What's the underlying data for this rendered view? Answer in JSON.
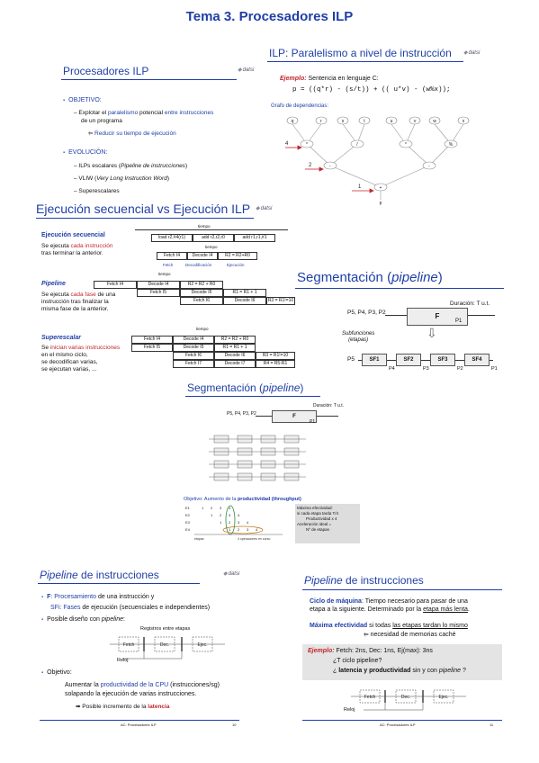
{
  "page_title": "Tema 3. Procesadores ILP",
  "logo_text": "datsi",
  "s1": {
    "title": "Procesadores ILP",
    "objetivo": "OBJETIVO:",
    "obj_line1_a": "Explotar el ",
    "obj_line1_b": "paralelismo",
    "obj_line1_c": " potencial ",
    "obj_line1_d": "entre instrucciones",
    "obj_line2": "de un programa",
    "obj_arrow": "Reducir su tiempo de ejecución",
    "evolucion": "EVOLUCIÓN:",
    "ev1_a": "ILPs escalares (",
    "ev1_b": "Pipeline de instrucciones",
    "ev1_c": ")",
    "ev2_a": "VLIW (",
    "ev2_b": "Very Long Instruction Word",
    "ev2_c": ")",
    "ev3": "Superescalares"
  },
  "s2": {
    "title": "ILP: Paralelismo a nivel de instrucción",
    "ejemplo_label": "Ejemplo:",
    "ejemplo_text": " Sentencia en lenguaje C:",
    "code": "p = ((q*r) - (s/t)) + (( u*v) - (w%x));",
    "grafo": "Grafo de dependencias:",
    "leaves": [
      "q",
      "r",
      "s",
      "t",
      "u",
      "v",
      "w",
      "x"
    ],
    "ops_l1": [
      "*",
      "/",
      "*",
      "%"
    ],
    "ops_l2": [
      "-",
      "-"
    ],
    "op_root": "+",
    "result": "p",
    "levels": [
      "4",
      "2",
      "1"
    ]
  },
  "s3": {
    "title": "Ejecución secuencial vs Ejecución ILP",
    "seq_label": "Ejecución secuencial",
    "seq_desc_a": "Se ejecuta ",
    "seq_desc_b": "cada instrucción",
    "seq_desc_c": "tras terminar la anterior.",
    "tiempo": "tiempo",
    "seq_instrs": [
      "load r2,#4(r1)",
      "add r2,r2,r0",
      "add r1,r1,#1"
    ],
    "seq_stages": [
      "Fetch I4",
      "Decode I4",
      "R2 = R2+R0"
    ],
    "seq_stage_labels": [
      "Fetch",
      "Decodificación",
      "Ejecución"
    ],
    "pipe_label": "Pipeline",
    "pipe_desc_a": "Se ejecuta ",
    "pipe_desc_b": "cada fase",
    "pipe_desc_c": " de una",
    "pipe_desc_d": "instrucción tras finalizar la",
    "pipe_desc_e": "misma fase de la anterior.",
    "pipe_rows": [
      [
        "Fetch I4",
        "Decode I4",
        "R2 = R2 + R0"
      ],
      [
        "Fetch I5",
        "Decode I5",
        "R1 = R1 + 1"
      ],
      [
        "Fetch I6",
        "Decode I6",
        "R3 = R1!=10"
      ]
    ],
    "super_label": "Superescalar",
    "super_desc_a": "Se ",
    "super_desc_b": "inician varias instrucciones",
    "super_desc_c": "en el mismo ciclo,",
    "super_desc_d": "se decodifican varias,",
    "super_desc_e": "se ejecutan varias, ...",
    "super_rows": [
      [
        "Fetch I4",
        "Decode I4",
        "R2 = R2 + R0"
      ],
      [
        "Fetch I5",
        "Decode I5",
        "R1 = R1 + 1"
      ],
      [
        "Fetch I6",
        "Decode I6",
        "R3 = R1!=10"
      ],
      [
        "Fetch I7",
        "Decode I7",
        "R4 = R5-R1"
      ]
    ]
  },
  "s4": {
    "title_a": "Segmentación (",
    "title_b": "pipeline",
    "title_c": ")",
    "duracion": "Duración: T u.t.",
    "inputs": "P5, P4, P3, P2",
    "f": "F",
    "p1": "P1",
    "subfunc": "Subfunciones",
    "etapas": "(etapas)",
    "p5": "P5",
    "sfs": [
      "SF1",
      "SF2",
      "SF3",
      "SF4"
    ],
    "sf_out": [
      "P4",
      "P3",
      "P2",
      "P1"
    ]
  },
  "s5": {
    "title_a": "Segmentación (",
    "title_b": "pipeline",
    "title_c": ")",
    "duracion": "Duración: T u.t.",
    "inputs": "P5, P4, P3, P2",
    "f": "F",
    "p1": "P1",
    "objetivo_a": "Objetivo: Aumento de la ",
    "objetivo_b": "productividad (throughput)",
    "side_1": "Máxima efectividad:",
    "side_2": "si cada etapa tarda T/4",
    "side_3": "Productividad x 4",
    "side_4": "Aceleración ideal =",
    "side_5": "Nº de etapas",
    "x_label": "etapas",
    "x_label2": "4 operaciones en curso"
  },
  "s6": {
    "title_a": "Pipeline",
    "title_b": " de instrucciones",
    "b1_a": "F",
    "b1_b": ": Procesamiento",
    "b1_c": " de una instrucción y",
    "b2_a": "SFi",
    "b2_b": ": Fases",
    "b2_c": " de ejecución (secuenciales e independientes)",
    "b3_a": "Posible diseño con ",
    "b3_b": "pipeline",
    "b3_c": ":",
    "registros": "Registros entre etapas",
    "stages": [
      "Fetch",
      "Dec.",
      "Ejec."
    ],
    "reloj": "Reloj",
    "objetivo": "Objetivo:",
    "obj1_a": "Aumentar la ",
    "obj1_b": "productividad",
    "obj1_c": " de la CPU",
    "obj1_d": " (instrucciones/sg)",
    "obj2": "solapando la ejecución de varias instrucciones.",
    "obj3_a": "Posible incremento de la ",
    "obj3_b": "latencia",
    "footer": "AC: Procesadores ILP",
    "page": "10"
  },
  "s7": {
    "title_a": "Pipeline",
    "title_b": " de instrucciones",
    "ciclo_a": "Ciclo de máquina",
    "ciclo_b": ": Tiempo necesario para pasar de una",
    "ciclo_c": "etapa a la siguiente. Determinado por la ",
    "ciclo_d": "etapa más lenta",
    "ciclo_e": ".",
    "max_a": "Máxima efectividad",
    "max_b": " si todas ",
    "max_c": "las etapas tardan lo mismo",
    "max_d": "necesidad de memorias caché",
    "ej_label": "Ejemplo:",
    "ej_text": " Fetch: 2ns, Dec: 1ns, Ej(max): 3ns",
    "ej_q1": "¿T ciclo pipeline?",
    "ej_q2_a": "¿ ",
    "ej_q2_b": "latencia y productividad",
    "ej_q2_c": " sin y con ",
    "ej_q2_d": "pipeline",
    "ej_q2_e": " ?",
    "stages": [
      "Fetch",
      "Dec.",
      "Ejec."
    ],
    "reloj": "Reloj",
    "footer": "AC: Procesadores ILP",
    "page": "11"
  }
}
